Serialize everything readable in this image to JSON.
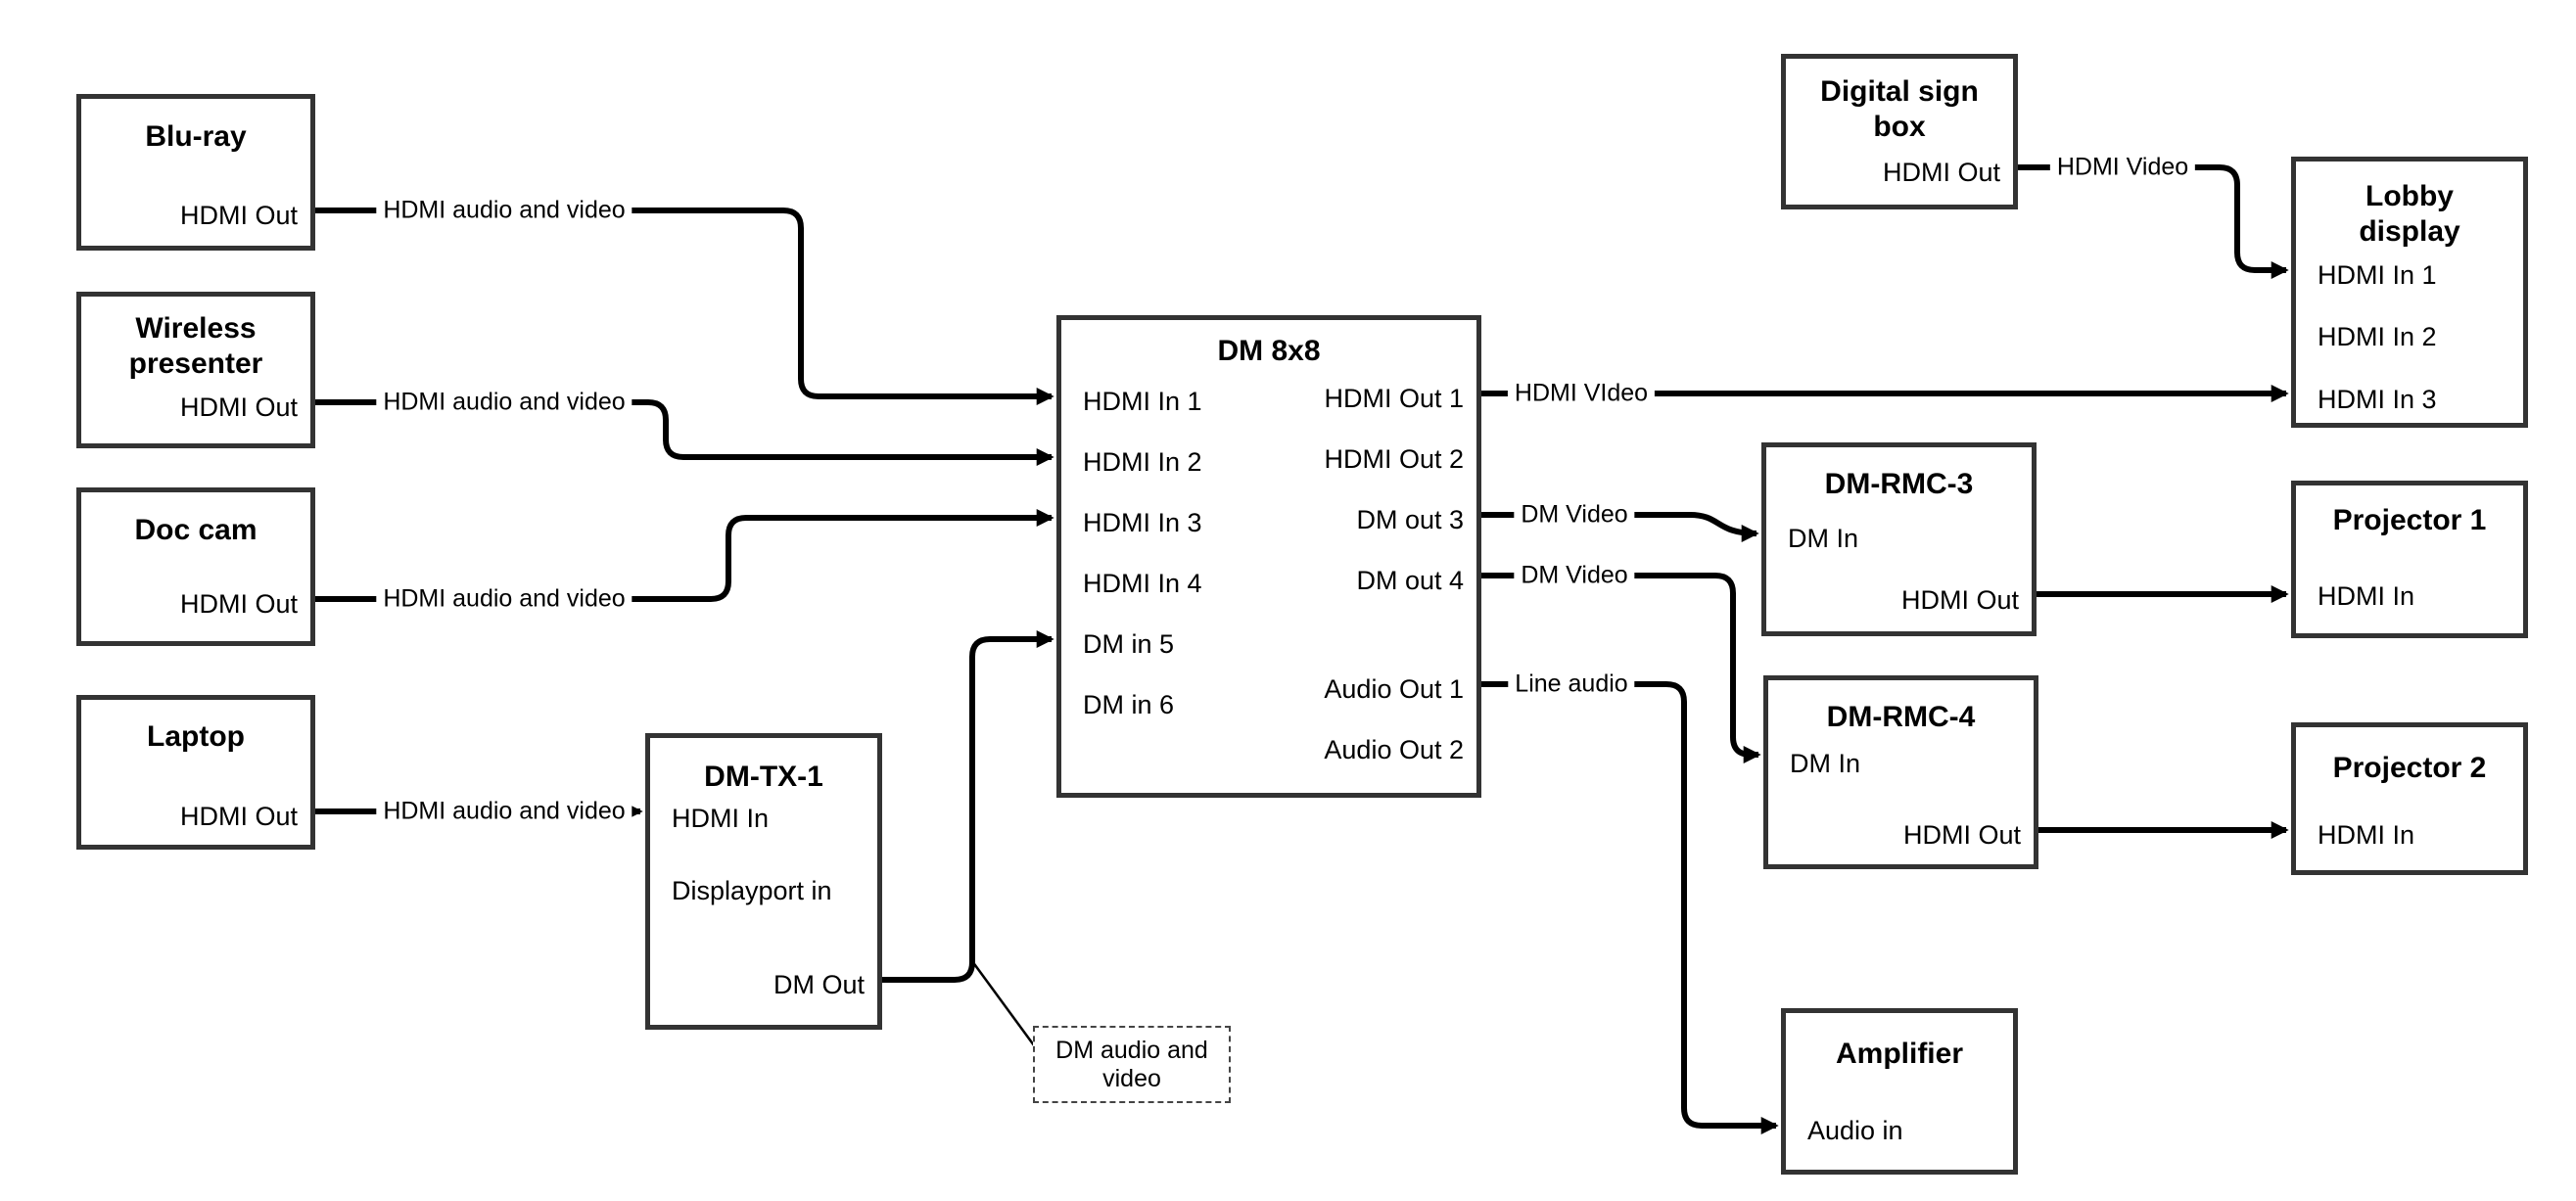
{
  "nodes": {
    "bluray": {
      "title": "Blu-ray",
      "ports": {
        "hdmi_out": "HDMI Out"
      }
    },
    "wireless_presenter": {
      "title": "Wireless presenter",
      "ports": {
        "hdmi_out": "HDMI Out"
      }
    },
    "doc_cam": {
      "title": "Doc cam",
      "ports": {
        "hdmi_out": "HDMI Out"
      }
    },
    "laptop": {
      "title": "Laptop",
      "ports": {
        "hdmi_out": "HDMI Out"
      }
    },
    "dm_tx_1": {
      "title": "DM-TX-1",
      "ports": {
        "hdmi_in": "HDMI In",
        "displayport_in": "Displayport in",
        "dm_out": "DM Out"
      }
    },
    "dm_8x8": {
      "title": "DM 8x8",
      "ports": {
        "hdmi_in_1": "HDMI In 1",
        "hdmi_in_2": "HDMI In 2",
        "hdmi_in_3": "HDMI In 3",
        "hdmi_in_4": "HDMI In 4",
        "dm_in_5": "DM in 5",
        "dm_in_6": "DM in 6",
        "hdmi_out_1": "HDMI Out 1",
        "hdmi_out_2": "HDMI Out 2",
        "dm_out_3": "DM out 3",
        "dm_out_4": "DM out 4",
        "audio_out_1": "Audio Out 1",
        "audio_out_2": "Audio Out 2"
      }
    },
    "digital_sign_box": {
      "title": "Digital sign box",
      "ports": {
        "hdmi_out": "HDMI Out"
      }
    },
    "lobby_display": {
      "title": "Lobby display",
      "ports": {
        "hdmi_in_1": "HDMI In 1",
        "hdmi_in_2": "HDMI In 2",
        "hdmi_in_3": "HDMI In 3"
      }
    },
    "dm_rmc_3": {
      "title": "DM-RMC-3",
      "ports": {
        "dm_in": "DM In",
        "hdmi_out": "HDMI Out"
      }
    },
    "projector_1": {
      "title": "Projector 1",
      "ports": {
        "hdmi_in": "HDMI In"
      }
    },
    "dm_rmc_4": {
      "title": "DM-RMC-4",
      "ports": {
        "dm_in": "DM In",
        "hdmi_out": "HDMI Out"
      }
    },
    "projector_2": {
      "title": "Projector 2",
      "ports": {
        "hdmi_in": "HDMI In"
      }
    },
    "amplifier": {
      "title": "Amplifier",
      "ports": {
        "audio_in": "Audio in"
      }
    }
  },
  "connections": [
    {
      "from": "bluray.hdmi_out",
      "to": "dm_8x8.hdmi_in_1",
      "label": "HDMI audio and video"
    },
    {
      "from": "wireless_presenter.hdmi_out",
      "to": "dm_8x8.hdmi_in_2",
      "label": "HDMI audio and video"
    },
    {
      "from": "doc_cam.hdmi_out",
      "to": "dm_8x8.hdmi_in_3",
      "label": "HDMI audio and video"
    },
    {
      "from": "laptop.hdmi_out",
      "to": "dm_tx_1.hdmi_in",
      "label": "HDMI audio and video"
    },
    {
      "from": "dm_tx_1.dm_out",
      "to": "dm_8x8.dm_in_5",
      "label": ""
    },
    {
      "from": "dm_8x8.hdmi_out_1",
      "to": "lobby_display.hdmi_in_3",
      "label": "HDMI VIdeo"
    },
    {
      "from": "dm_8x8.dm_out_3",
      "to": "dm_rmc_3.dm_in",
      "label": "DM Video"
    },
    {
      "from": "dm_8x8.dm_out_4",
      "to": "dm_rmc_4.dm_in",
      "label": "DM Video"
    },
    {
      "from": "dm_8x8.audio_out_1",
      "to": "amplifier.audio_in",
      "label": "Line audio"
    },
    {
      "from": "digital_sign_box.hdmi_out",
      "to": "lobby_display.hdmi_in_1",
      "label": "HDMI Video"
    },
    {
      "from": "dm_rmc_3.hdmi_out",
      "to": "projector_1.hdmi_in",
      "label": ""
    },
    {
      "from": "dm_rmc_4.hdmi_out",
      "to": "projector_2.hdmi_in",
      "label": ""
    }
  ],
  "callout": {
    "text": "DM audio and video",
    "attached_to": "dm_tx_1.dm_out"
  },
  "colors": {
    "wire": "#000000",
    "box_border": "#333333",
    "text": "#000000",
    "background": "#ffffff"
  }
}
